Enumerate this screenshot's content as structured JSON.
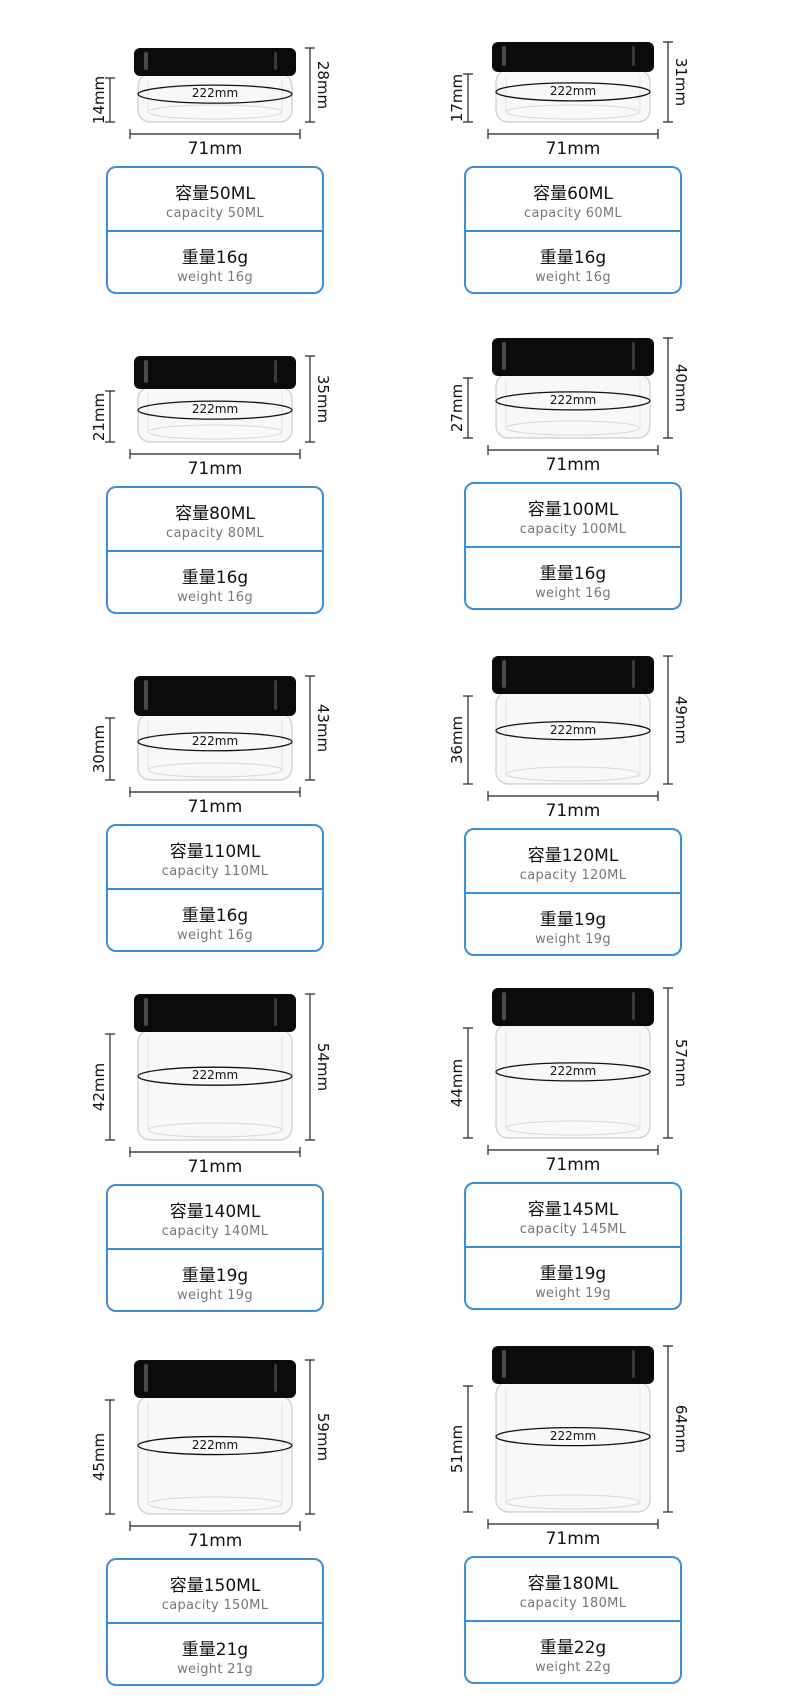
{
  "colors": {
    "accent_border": "#3a8fd8",
    "lid": "#0b0b0b",
    "dim_line": "#222222"
  },
  "items": [
    {
      "height": "28mm",
      "body_height": "14mm",
      "circumference": "222mm",
      "width": "71mm",
      "capacity_cn": "容量50ML",
      "capacity_en": "capacity 50ML",
      "weight_cn": "重量16g",
      "weight_en": "weight 16g"
    },
    {
      "height": "31mm",
      "body_height": "17mm",
      "circumference": "222mm",
      "width": "71mm",
      "capacity_cn": "容量60ML",
      "capacity_en": "capacity 60ML",
      "weight_cn": "重量16g",
      "weight_en": "weight 16g"
    },
    {
      "height": "35mm",
      "body_height": "21mm",
      "circumference": "222mm",
      "width": "71mm",
      "capacity_cn": "容量80ML",
      "capacity_en": "capacity 80ML",
      "weight_cn": "重量16g",
      "weight_en": "weight 16g"
    },
    {
      "height": "40mm",
      "body_height": "27mm",
      "circumference": "222mm",
      "width": "71mm",
      "capacity_cn": "容量100ML",
      "capacity_en": "capacity 100ML",
      "weight_cn": "重量16g",
      "weight_en": "weight 16g"
    },
    {
      "height": "43mm",
      "body_height": "30mm",
      "circumference": "222mm",
      "width": "71mm",
      "capacity_cn": "容量110ML",
      "capacity_en": "capacity 110ML",
      "weight_cn": "重量16g",
      "weight_en": "weight 16g"
    },
    {
      "height": "49mm",
      "body_height": "36mm",
      "circumference": "222mm",
      "width": "71mm",
      "capacity_cn": "容量120ML",
      "capacity_en": "capacity 120ML",
      "weight_cn": "重量19g",
      "weight_en": "weight 19g"
    },
    {
      "height": "54mm",
      "body_height": "42mm",
      "circumference": "222mm",
      "width": "71mm",
      "capacity_cn": "容量140ML",
      "capacity_en": "capacity 140ML",
      "weight_cn": "重量19g",
      "weight_en": "weight 19g"
    },
    {
      "height": "57mm",
      "body_height": "44mm",
      "circumference": "222mm",
      "width": "71mm",
      "capacity_cn": "容量145ML",
      "capacity_en": "capacity 145ML",
      "weight_cn": "重量19g",
      "weight_en": "weight 19g"
    },
    {
      "height": "59mm",
      "body_height": "45mm",
      "circumference": "222mm",
      "width": "71mm",
      "capacity_cn": "容量150ML",
      "capacity_en": "capacity 150ML",
      "weight_cn": "重量21g",
      "weight_en": "weight 21g"
    },
    {
      "height": "64mm",
      "body_height": "51mm",
      "circumference": "222mm",
      "width": "71mm",
      "capacity_cn": "容量180ML",
      "capacity_en": "capacity 180ML",
      "weight_cn": "重量22g",
      "weight_en": "weight 22g"
    }
  ]
}
